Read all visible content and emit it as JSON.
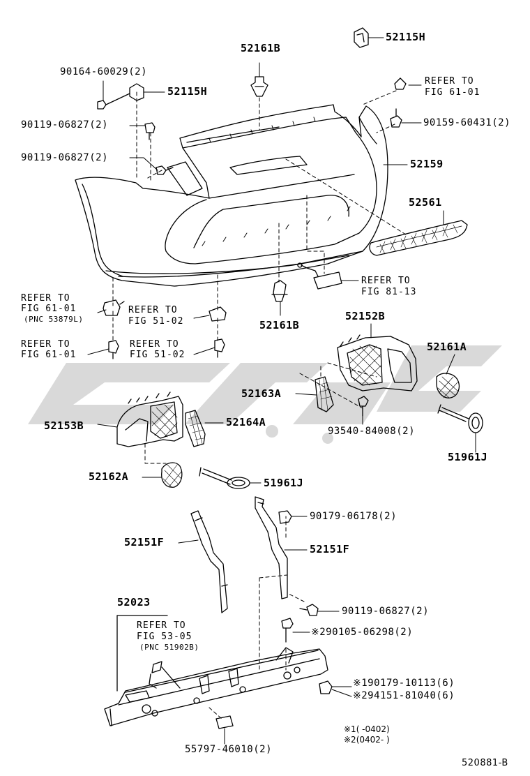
{
  "labels": {
    "p52115H_top": "52115H",
    "p52161B_top": "52161B",
    "p90164": "90164-60029(2)",
    "p52115H_left": "52115H",
    "ref6101_a_l1": "REFER TO",
    "ref6101_a_l2": "FIG 61-01",
    "p90119_a": "90119-06827(2)",
    "p90159": "90159-60431(2)",
    "p90119_b": "90119-06827(2)",
    "p52159": "52159",
    "p52561": "52561",
    "ref8113_l1": "REFER TO",
    "ref8113_l2": "FIG 81-13",
    "ref6101_b_l1": "REFER TO",
    "ref6101_b_l2": "FIG 61-01",
    "ref6101_b_l3": "(PNC 53879L)",
    "ref5102_a_l1": "REFER TO",
    "ref5102_a_l2": "FIG 51-02",
    "p52161B_mid": "52161B",
    "p52152B": "52152B",
    "ref6101_c_l1": "REFER TO",
    "ref6101_c_l2": "FIG 61-01",
    "ref5102_b_l1": "REFER TO",
    "ref5102_b_l2": "FIG 51-02",
    "p52161A": "52161A",
    "p52163A": "52163A",
    "p93540": "93540-84008(2)",
    "p52153B": "52153B",
    "p52164A": "52164A",
    "p51961J_right": "51961J",
    "p52162A": "52162A",
    "p51961J_mid": "51961J",
    "p90179_06178": "90179-06178(2)",
    "p52151F_left": "52151F",
    "p52151F_right": "52151F",
    "p52023": "52023",
    "p90119_c": "90119-06827(2)",
    "ref5305_l1": "REFER TO",
    "ref5305_l2": "FIG 53-05",
    "ref5305_l3": "(PNC 51902B)",
    "p90105": "※290105-06298(2)",
    "p90179_10113": "※190179-10113(6)",
    "p94151": "※294151-81040(6)",
    "p55797": "55797-46010(2)",
    "note1": "※1(     -0402)",
    "note2": "※2(0402-     )",
    "diagram_code": "520881-B"
  },
  "colors": {
    "ink": "#000000",
    "watermark": "#d9d9d9"
  }
}
